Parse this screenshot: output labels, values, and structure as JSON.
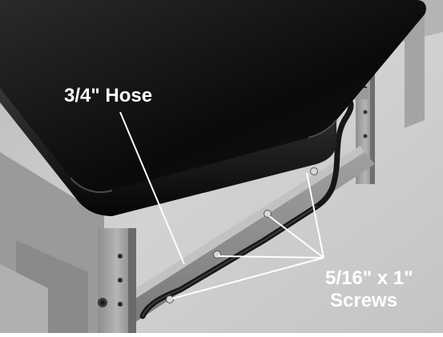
{
  "callouts": {
    "hose_label": "3/4\" Hose",
    "screws_label_line1": "5/16\" x 1\"",
    "screws_label_line2": "Screws"
  },
  "colors": {
    "background": "#cfcfcf",
    "table_top": "#0d0d0d",
    "frame_metal": "#a8a8a8",
    "hose": "#1a1a1a",
    "label_text": "#ffffff",
    "leader_line": "#ffffff"
  }
}
